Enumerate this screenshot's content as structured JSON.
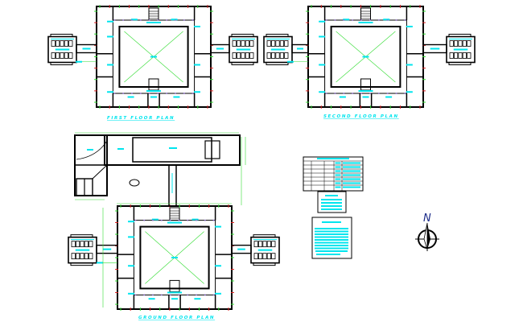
{
  "drawing": {
    "plans": [
      {
        "id": "first",
        "title": "FIRST FLOOR PLAN"
      },
      {
        "id": "second",
        "title": "SECOND FLOOR PLAN"
      },
      {
        "id": "ground",
        "title": "GROUND FLOOR PLAN"
      }
    ],
    "north_arrow": {
      "label": "N"
    },
    "colors": {
      "wall": "#000000",
      "text": "#00e5ee",
      "dimension": "#33dd33",
      "door": "#dd2222",
      "window": "#8866cc"
    }
  }
}
